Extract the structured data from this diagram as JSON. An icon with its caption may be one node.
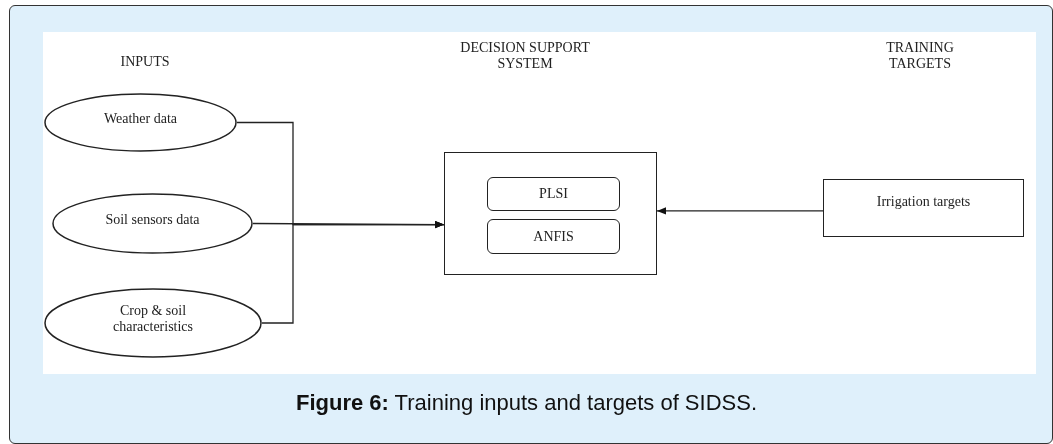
{
  "diagram": {
    "caption": "**Figure 6:** Training inputs and targets of SIDSS.",
    "nodes": [
      {
        "text": [
          "Weather data"
        ]
      },
      {
        "text": [
          "Soil sensors data"
        ]
      },
      {
        "text": [
          "Crop & soil characteristics"
        ]
      },
      {
        "text": [],
        "shape": "box"
      },
      {
        "text": [
          "PLSI"
        ],
        "in": 3
      },
      {
        "text": [
          "ANFIS"
        ],
        "in": 3
      },
      {
        "text": [
          "Irrigation targets"
        ]
      }
    ],
    "edges": [
      {
        "from": 0,
        "to": 3,
        "arrow": "to"
      },
      {
        "from": 1,
        "to": 3,
        "arrow": "to"
      },
      {
        "from": 2,
        "to": 3,
        "arrow": "to"
      },
      {
        "from": 6,
        "to": 3,
        "arrow": "to"
      }
    ],
    "labels": [
      "INPUTS",
      "DECISION SUPPORT SYSTEM",
      "TRAINING TARGETS"
    ]
  }
}
